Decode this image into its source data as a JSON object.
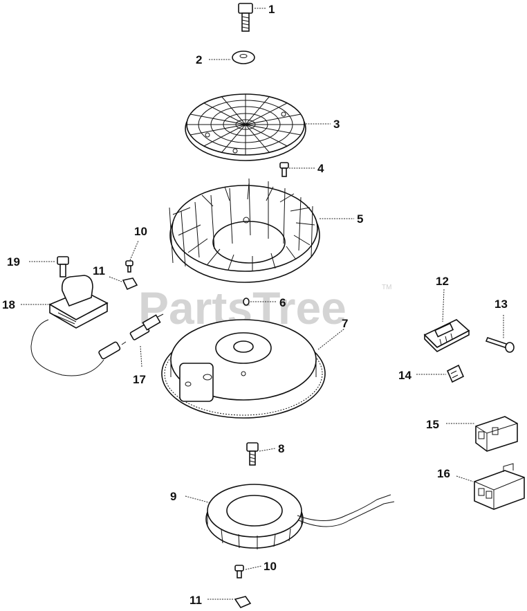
{
  "watermark": {
    "text": "PartsTree",
    "trademark": "TM"
  },
  "callouts": {
    "c1": "1",
    "c2": "2",
    "c3": "3",
    "c4": "4",
    "c5": "5",
    "c6": "6",
    "c7": "7",
    "c8": "8",
    "c9": "9",
    "c10a": "10",
    "c10b": "10",
    "c11a": "11",
    "c11b": "11",
    "c12": "12",
    "c13": "13",
    "c14": "14",
    "c15": "15",
    "c16": "16",
    "c17": "17",
    "c18": "18",
    "c19": "19"
  }
}
